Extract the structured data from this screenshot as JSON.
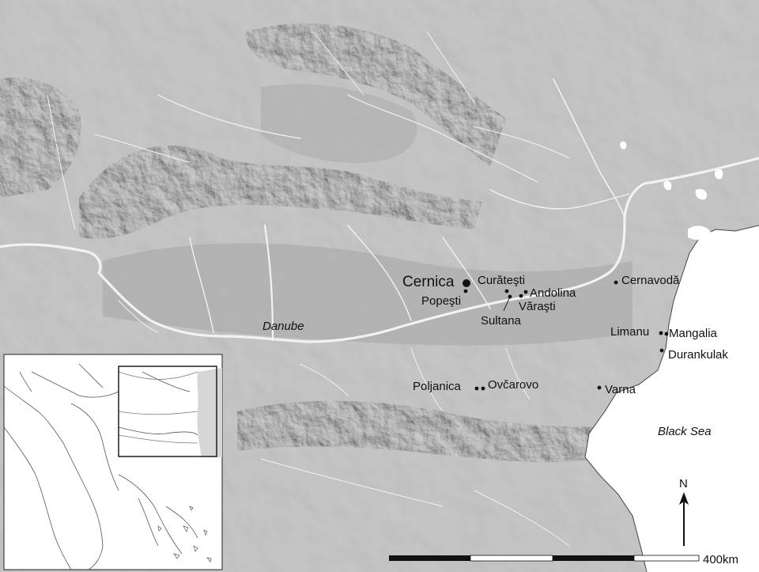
{
  "map": {
    "water_labels": {
      "danube": "Danube",
      "black_sea": "Black Sea"
    },
    "sites": [
      {
        "id": "cernica",
        "label": "Cernica",
        "major": true
      },
      {
        "id": "popesti",
        "label": "Popeşti",
        "major": false
      },
      {
        "id": "curatesti",
        "label": "Curăteşti",
        "major": false
      },
      {
        "id": "andolina",
        "label": "Andolina",
        "major": false
      },
      {
        "id": "varasti",
        "label": "Văraşti",
        "major": false
      },
      {
        "id": "sultana",
        "label": "Sultana",
        "major": false
      },
      {
        "id": "cernavoda",
        "label": "Cernavodă",
        "major": false
      },
      {
        "id": "limanu",
        "label": "Limanu",
        "major": false
      },
      {
        "id": "mangalia",
        "label": "Mangalia",
        "major": false
      },
      {
        "id": "durankulak",
        "label": "Durankulak",
        "major": false
      },
      {
        "id": "poljanica",
        "label": "Poljanica",
        "major": false
      },
      {
        "id": "ovcarovo",
        "label": "Ovčarovo",
        "major": false
      },
      {
        "id": "varna",
        "label": "Varna",
        "major": false
      }
    ],
    "north_arrow": "N",
    "scale_bar": {
      "label": "400km",
      "segments": 4
    },
    "colors": {
      "land": "#9a9a9a",
      "relief_dark": "#5a5a5a",
      "relief_light": "#c8c8c8",
      "river": "#f2f2f2",
      "sea": "#ffffff",
      "ink": "#111111",
      "inset_land": "#ffffff",
      "inset_highlight": "#d6d6d6"
    }
  }
}
